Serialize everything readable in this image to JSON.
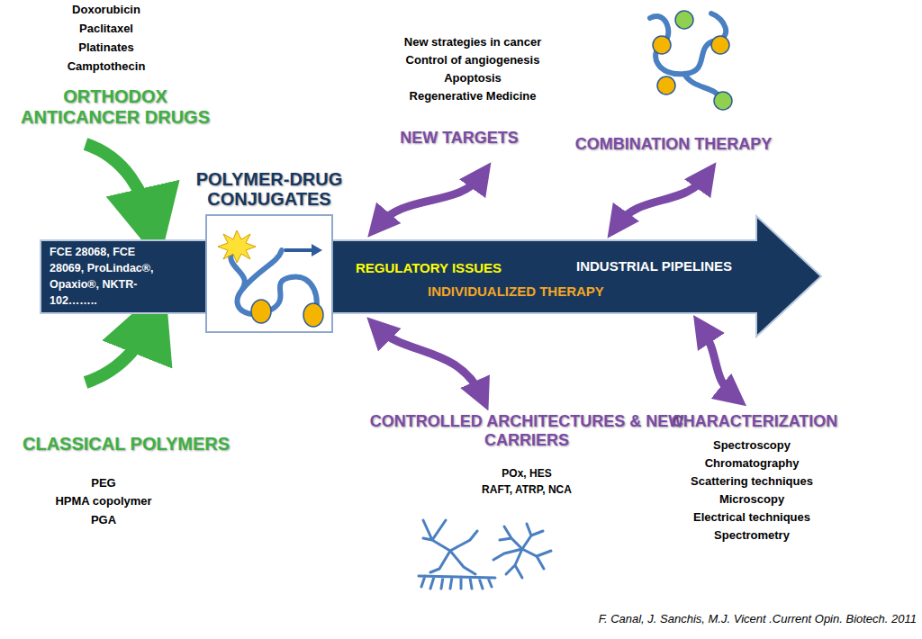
{
  "diagram": {
    "caption": "F. Canal, J. Sanchis, M.J. Vicent .Current Opin. Biotech.  2011",
    "nodes": [
      {
        "text": [
          "FCE 28068, FCE 28069, ProLindac®, Opaxio®, NKTR-102……..",
          "REGULATORY ISSUES",
          "INDUSTRIAL PIPELINES",
          "INDIVIDUALIZED THERAPY"
        ]
      },
      {
        "text": [
          "POLYMER-DRUG CONJUGATES"
        ],
        "in": 0
      }
    ],
    "labels": [
      "Doxorubicin",
      "Paclitaxel",
      "Platinates",
      "Camptothecin",
      "ORTHODOX ANTICANCER DRUGS",
      "CLASSICAL POLYMERS",
      "PEG",
      "HPMA copolymer",
      "PGA",
      "New strategies in cancer",
      "Control of angiogenesis",
      "Apoptosis",
      "Regenerative Medicine",
      "NEW TARGETS",
      "COMBINATION THERAPY",
      "CONTROLLED ARCHITECTURES & NEW CARRIERS",
      "POx, HES",
      "RAFT, ATRP, NCA",
      "CHARACTERIZATION",
      "Spectroscopy",
      "Chromatography",
      "Scattering techniques",
      "Microscopy",
      "Electrical techniques",
      "Spectrometry"
    ]
  }
}
